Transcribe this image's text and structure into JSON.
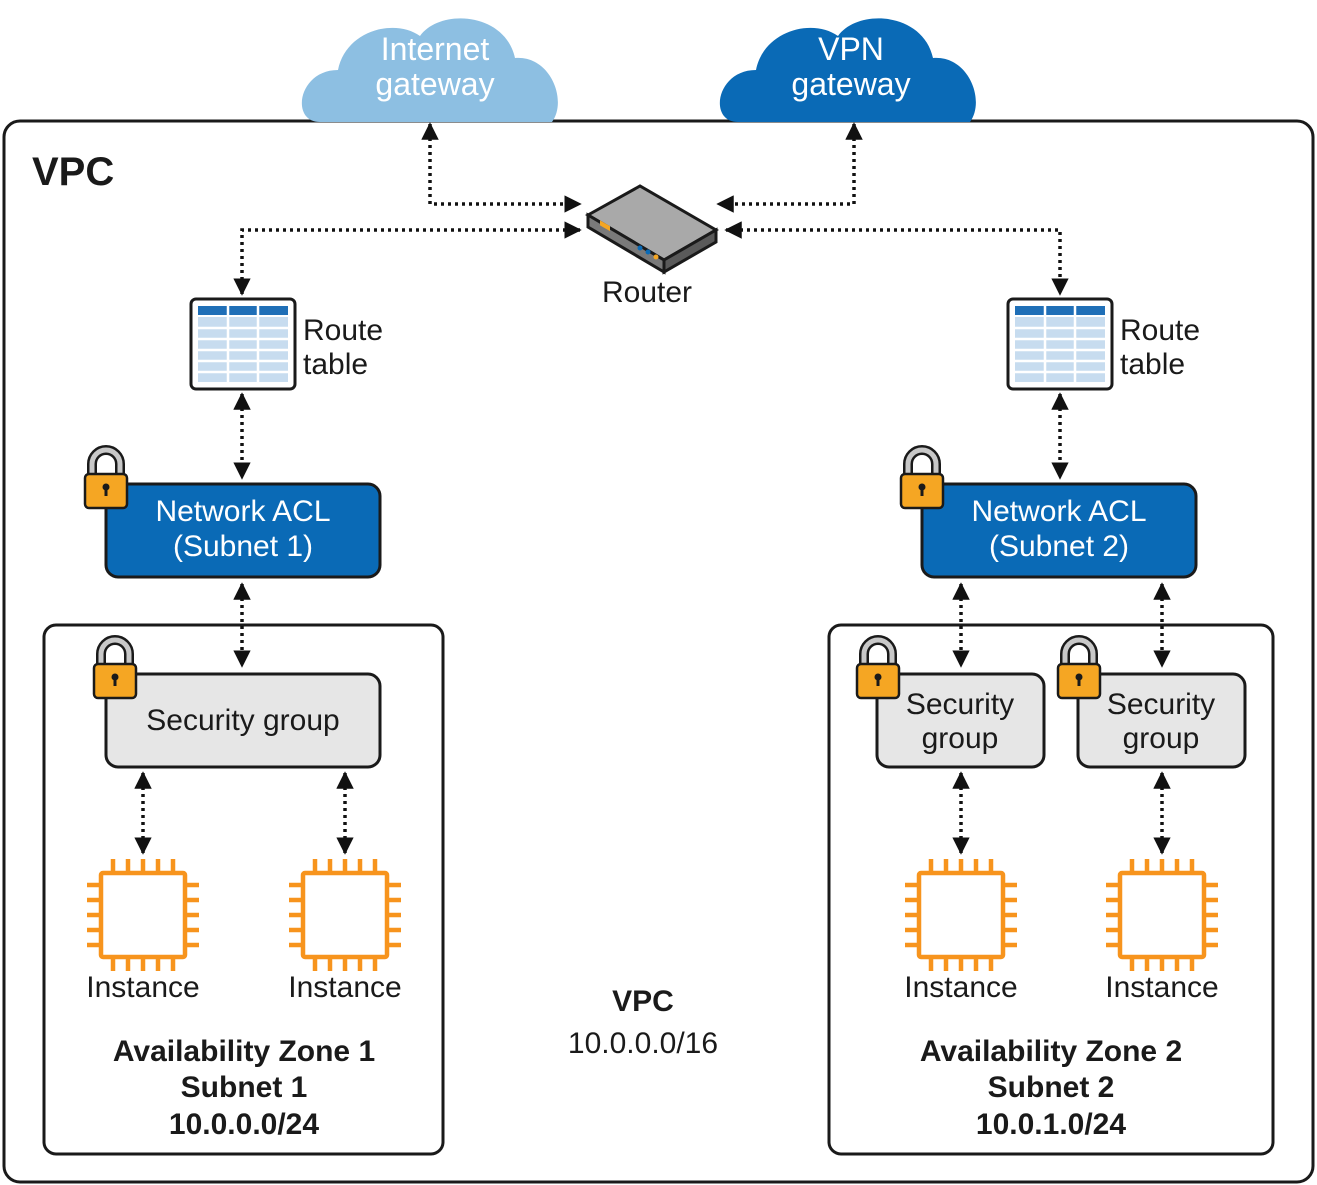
{
  "vpc_title": "VPC",
  "clouds": {
    "internet": {
      "line1": "Internet",
      "line2": "gateway",
      "color": "#8dbfe2"
    },
    "vpn": {
      "line1": "VPN",
      "line2": "gateway",
      "color": "#0a6ab6"
    }
  },
  "router_label": "Router",
  "route_table": {
    "line1": "Route",
    "line2": "table"
  },
  "nacl": [
    {
      "line1": "Network ACL",
      "line2": "(Subnet 1)"
    },
    {
      "line1": "Network ACL",
      "line2": "(Subnet 2)"
    }
  ],
  "security_group_wide": "Security group",
  "security_group_split": {
    "line1": "Security",
    "line2": "group"
  },
  "instance_label": "Instance",
  "zones": [
    {
      "line1": "Availability Zone 1",
      "line2": "Subnet 1",
      "line3": "10.0.0.0/24"
    },
    {
      "line1": "Availability Zone 2",
      "line2": "Subnet 2",
      "line3": "10.0.1.0/24"
    }
  ],
  "vpc_center": {
    "title": "VPC",
    "cidr": "10.0.0.0/16"
  },
  "colors": {
    "nacl_fill": "#0a6ab6",
    "security_group_fill": "#e6e6e6",
    "lock": "#f5a623",
    "chip": "#f7941d",
    "table_header": "#1f6fb7",
    "table_cell": "#c7dcef"
  }
}
